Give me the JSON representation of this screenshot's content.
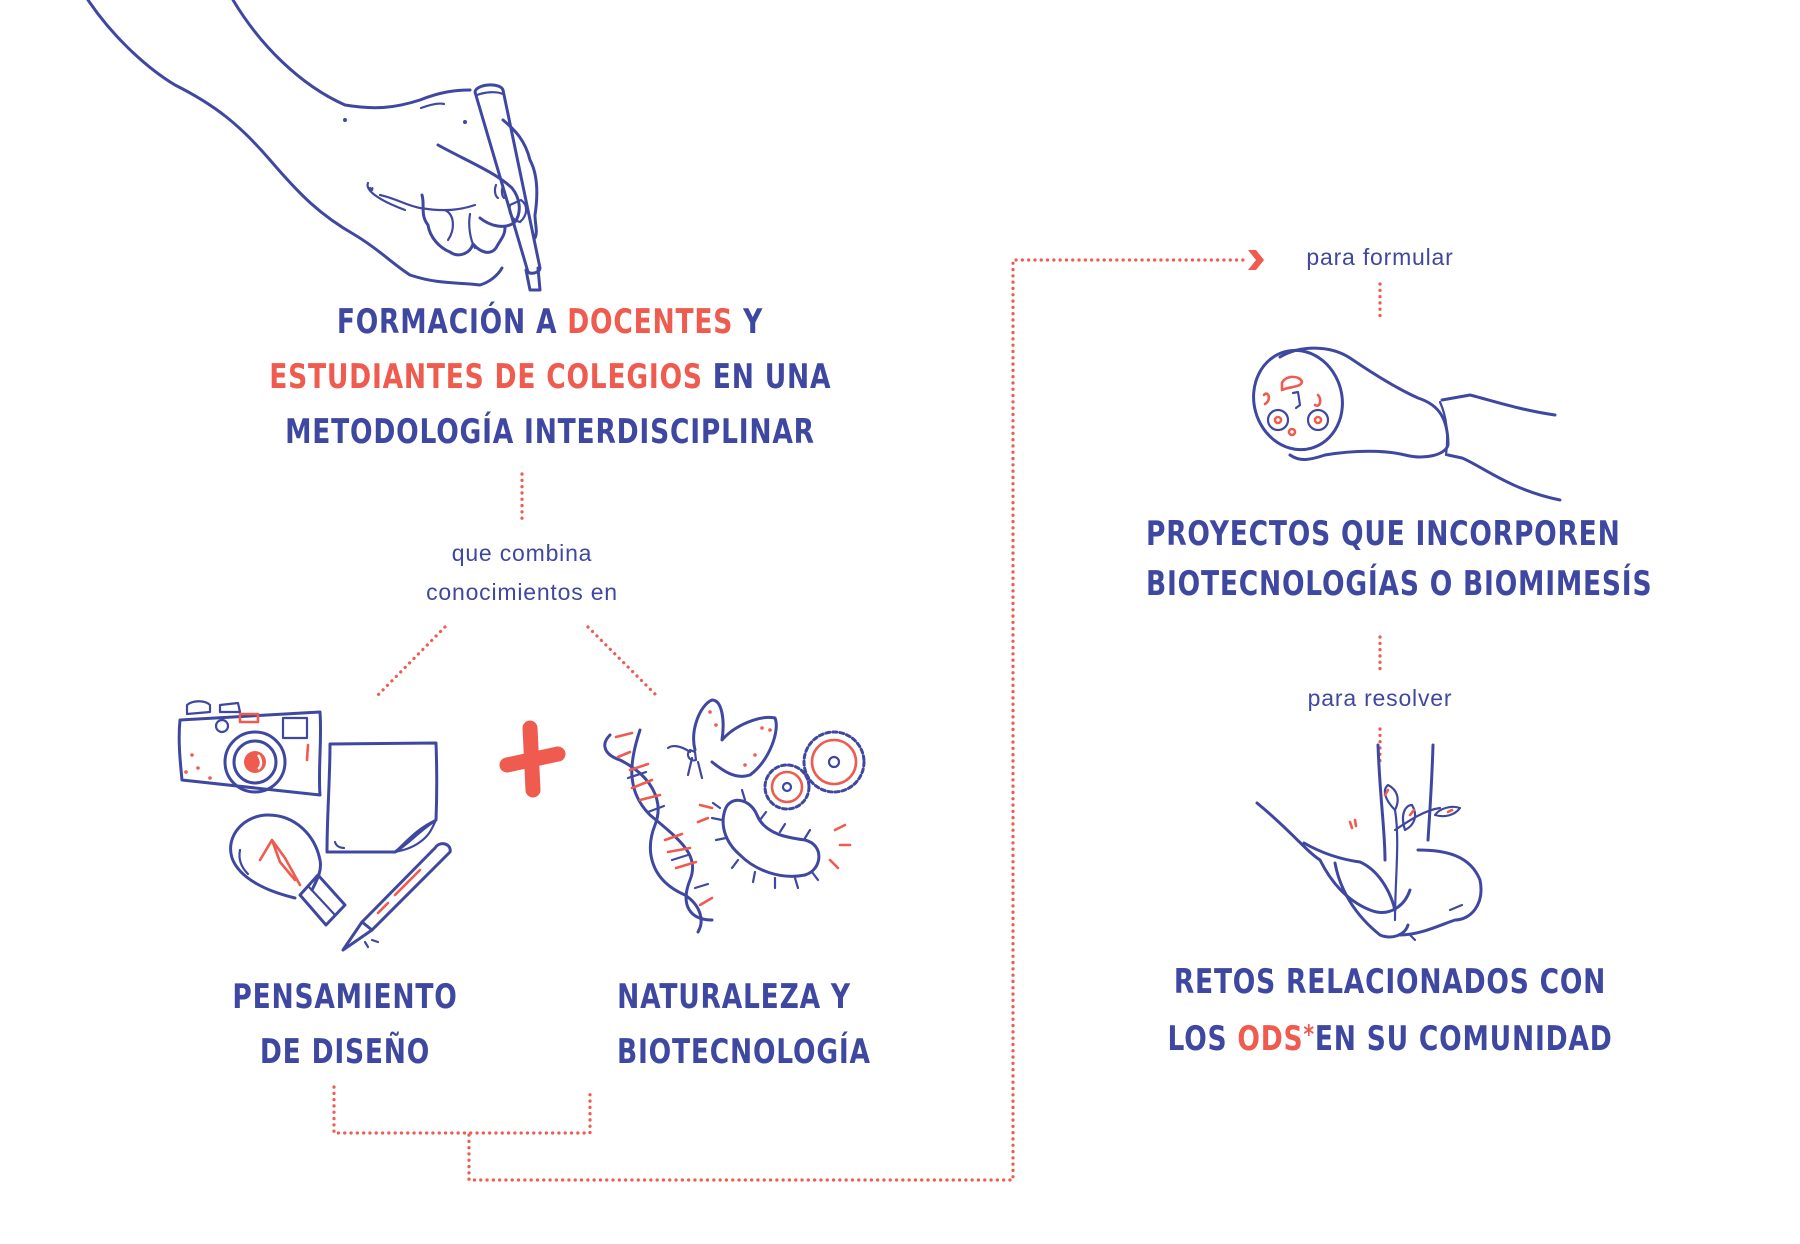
{
  "colors": {
    "ink_blue": "#3F48A0",
    "accent_red": "#EF5B4E",
    "background": "#FFFFFF"
  },
  "main_headline": {
    "line1": {
      "part1": "Formación a ",
      "accent": "docentes",
      "part2": " y"
    },
    "line2": {
      "accent": "estudiantes de colegios",
      "part2": " en una"
    },
    "line3": {
      "part1": "metodología interdisciplinar"
    }
  },
  "connectors": {
    "combines": {
      "line1": "que combina",
      "line2": "conocimientos en"
    },
    "formulate": "para formular",
    "solve": "para resolver"
  },
  "operator": {
    "symbol": "+",
    "icon": "plus-icon"
  },
  "disciplines": [
    {
      "line1": "Pensamiento",
      "line2": "de diseño",
      "icons": [
        "camera-icon",
        "sticky-note-icon",
        "lightbulb-icon",
        "pencil-icon"
      ]
    },
    {
      "line1": "Naturaleza y",
      "line2": "biotecnología",
      "icons": [
        "dna-icon",
        "butterfly-icon",
        "gears-icon",
        "bacterium-icon"
      ]
    }
  ],
  "outcomes": [
    {
      "line1": "Proyectos que incorporen",
      "line2": "biotecnologías o biomimesís",
      "icon": "gloved-hand-petri-dish-icon"
    },
    {
      "line1": "Retos relacionados con",
      "line2_part1": "los ",
      "line2_accent": "ODS",
      "line2_asterisk": "*",
      "line2_part2": "en su comunidad",
      "icon": "hands-planting-seedling-icon"
    }
  ],
  "illustrations": {
    "top": "hand-writing-with-marker-icon",
    "arrow": "chevron-right-icon"
  }
}
